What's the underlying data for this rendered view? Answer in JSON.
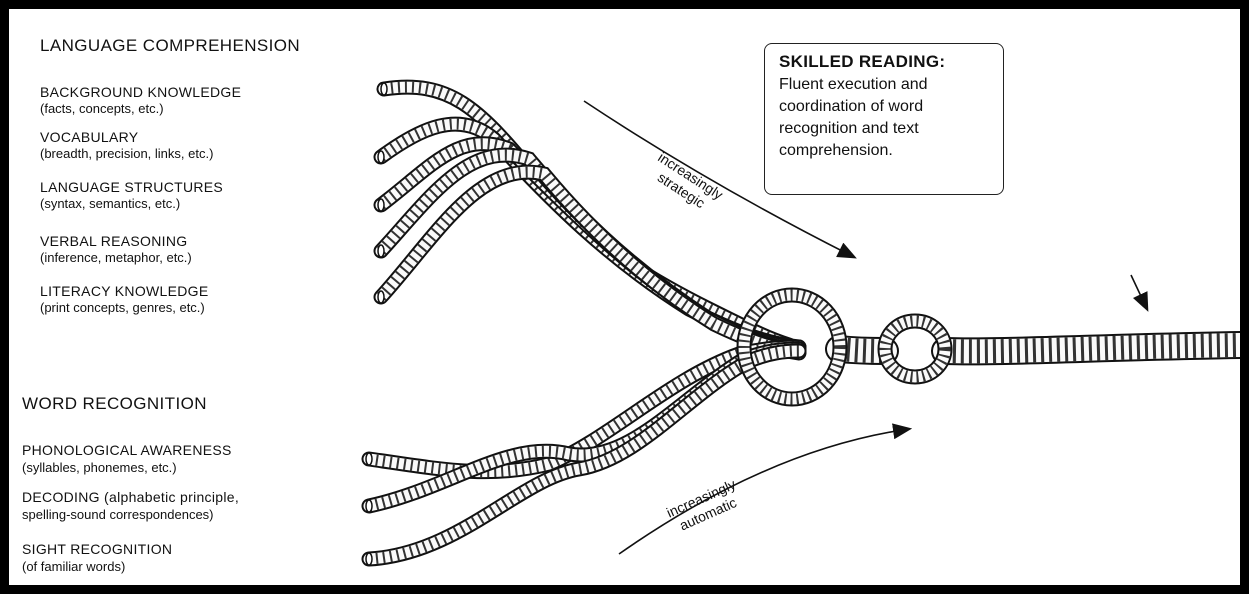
{
  "language_comprehension": {
    "heading": "LANGUAGE COMPREHENSION",
    "strands": [
      {
        "title": "BACKGROUND KNOWLEDGE",
        "desc": "(facts, concepts, etc.)"
      },
      {
        "title": "VOCABULARY",
        "desc": "(breadth, precision, links, etc.)"
      },
      {
        "title": "LANGUAGE STRUCTURES",
        "desc": "(syntax, semantics, etc.)"
      },
      {
        "title": "VERBAL REASONING",
        "desc": "(inference, metaphor, etc.)"
      },
      {
        "title": "LITERACY KNOWLEDGE",
        "desc": "(print concepts, genres, etc.)"
      }
    ]
  },
  "word_recognition": {
    "heading": "WORD RECOGNITION",
    "strands": [
      {
        "title": "PHONOLOGICAL AWARENESS",
        "desc": "(syllables, phonemes, etc.)"
      },
      {
        "title": "DECODING (alphabetic principle,",
        "desc": "spelling-sound correspondences)"
      },
      {
        "title": "SIGHT RECOGNITION",
        "desc": "(of familiar words)"
      }
    ]
  },
  "arrows": {
    "strategic": {
      "line1": "increasingly",
      "line2": "strategic"
    },
    "automatic": {
      "line1": "increasingly",
      "line2": "automatic"
    }
  },
  "callout": {
    "title": "SKILLED READING:",
    "body": "Fluent execution and\ncoordination of word\nrecognition and text\ncomprehension."
  },
  "colors": {
    "frame": "#000000",
    "background": "#ffffff",
    "ink": "#111111",
    "rope_fill": "#fafafa"
  }
}
